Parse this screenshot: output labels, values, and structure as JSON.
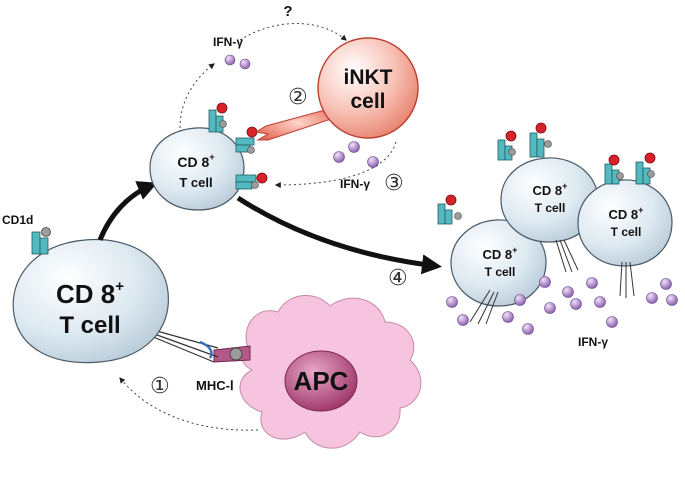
{
  "figure": {
    "big_cell": {
      "line1": "CD 8",
      "sup": "+",
      "line2": "T cell"
    },
    "small_cell": {
      "line1": "CD 8",
      "sup": "+",
      "line2": "T cell"
    },
    "effector_cells": [
      {
        "line1": "CD 8",
        "sup": "+",
        "line2": "T cell"
      },
      {
        "line1": "CD 8",
        "sup": "+",
        "line2": "T cell"
      },
      {
        "line1": "CD 8",
        "sup": "+",
        "line2": "T cell"
      }
    ],
    "inkt": {
      "line1": "iNKT",
      "line2": "cell"
    },
    "apc_label": "APC",
    "labels": {
      "cd1d": "CD1d",
      "mhc": "MHC-Ⅰ",
      "ifn_top": "IFN-γ",
      "ifn_mid": "IFN-γ",
      "ifn_right": "IFN-γ",
      "question": "?"
    },
    "steps": [
      "①",
      "②",
      "③",
      "④"
    ],
    "colors": {
      "t_cell_fill": "#dde9f1",
      "t_cell_stroke": "#4a5a66",
      "inkt_fill": "#f29a88",
      "apc_fill": "#f6c4de",
      "apc_nucleus": "#b0457a",
      "ifn_gamma_dot": "#a881c2",
      "receptor": "#52b9c0",
      "ligand": "#d8222a",
      "arrow": "#111111"
    }
  }
}
